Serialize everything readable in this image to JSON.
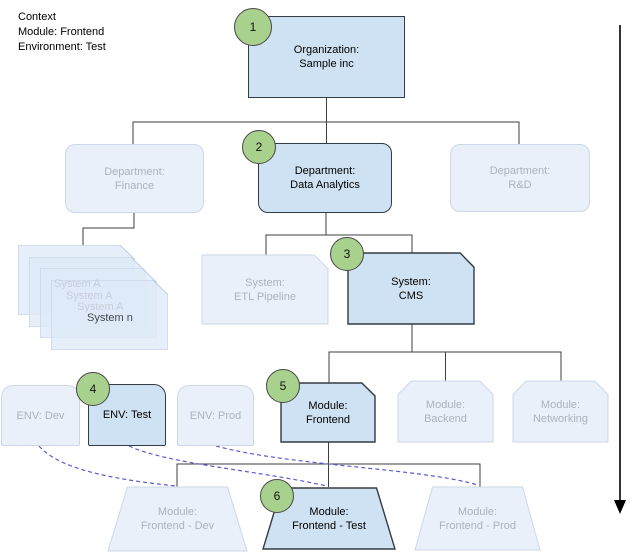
{
  "context": {
    "title": "Context",
    "module_line": "Module: Frontend",
    "environment_line": "Environment: Test"
  },
  "colors": {
    "active_fill": "#cfe2f3",
    "active_border": "#343b42",
    "faded_fill": "#e9f0f9",
    "faded_border": "#ccd8e8",
    "faded_text": "#aab3bc",
    "badge_fill": "#a9d18e",
    "dashed_link": "#5a5ad2",
    "connector": "#3f3f3f"
  },
  "nodes": {
    "organization": {
      "label": "Organization:\nSample inc",
      "badge": "1",
      "state": "active"
    },
    "dept_finance": {
      "label": "Department:\nFinance",
      "state": "faded"
    },
    "dept_data_analytics": {
      "label": "Department:\nData Analytics",
      "badge": "2",
      "state": "active"
    },
    "dept_rnd": {
      "label": "Department:\nR&D",
      "state": "faded"
    },
    "system_stack": {
      "layers": [
        "System A",
        "System A",
        "System A",
        "System n"
      ]
    },
    "system_etl": {
      "label": "System:\nETL Pipeline",
      "state": "faded"
    },
    "system_cms": {
      "label": "System:\nCMS",
      "badge": "3",
      "state": "active"
    },
    "env_dev": {
      "label": "ENV: Dev",
      "state": "faded"
    },
    "env_test": {
      "label": "ENV: Test",
      "badge": "4",
      "state": "active"
    },
    "env_prod": {
      "label": "ENV: Prod",
      "state": "faded"
    },
    "module_frontend": {
      "label": "Module:\nFrontend",
      "badge": "5",
      "state": "active"
    },
    "module_backend": {
      "label": "Module:\nBackend",
      "state": "faded"
    },
    "module_networking": {
      "label": "Module:\nNetworking",
      "state": "faded"
    },
    "module_frontend_dev": {
      "label": "Module:\nFrontend - Dev",
      "state": "faded"
    },
    "module_frontend_test": {
      "label": "Module:\nFrontend - Test",
      "badge": "6",
      "state": "active"
    },
    "module_frontend_prod": {
      "label": "Module:\nFrontend - Prod",
      "state": "faded"
    }
  }
}
